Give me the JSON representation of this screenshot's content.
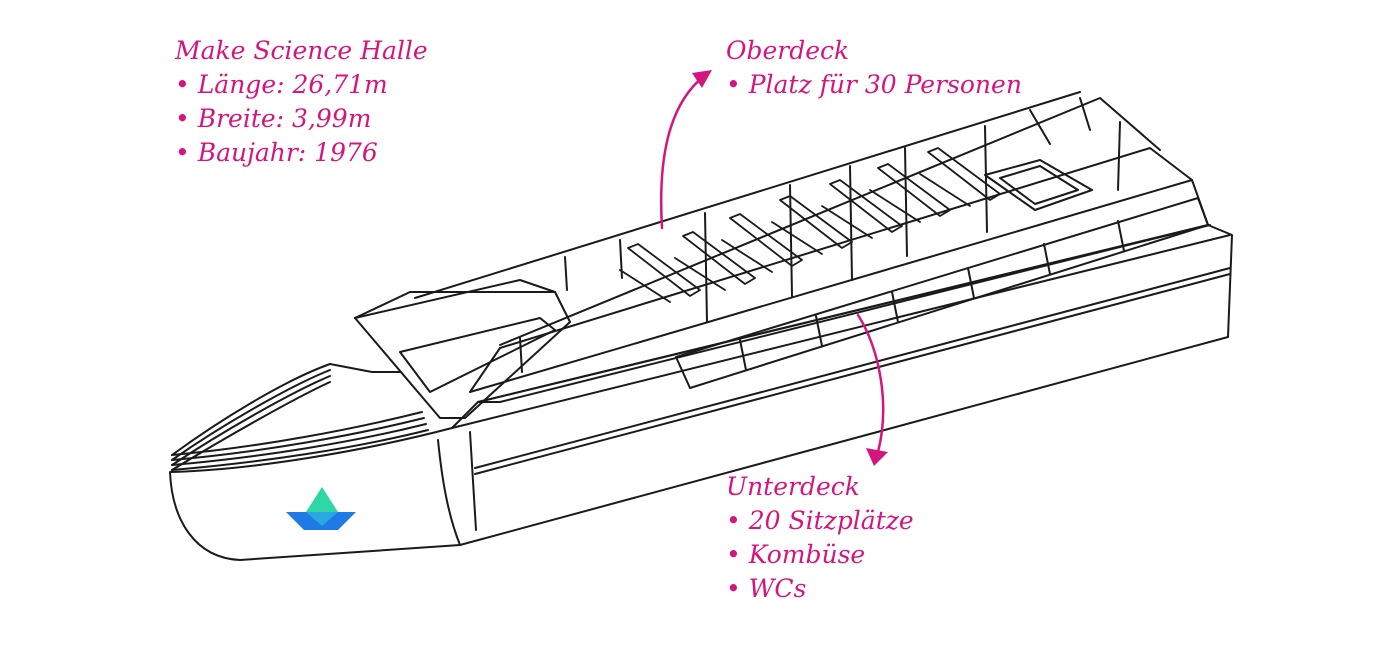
{
  "colors": {
    "accent": "#d4157e",
    "line": "#1a1a1a",
    "logo_light": "#2fd6a6",
    "logo_dark": "#1e7be6"
  },
  "icons": {
    "logo": "paper-boat-logo-icon"
  },
  "ship_specs": {
    "title": "Make Science Halle",
    "items": [
      "Länge: 26,71m",
      "Breite: 3,99m",
      "Baujahr: 1976"
    ]
  },
  "upper_deck": {
    "title": "Oberdeck",
    "items": [
      "Platz für 30 Personen"
    ]
  },
  "lower_deck": {
    "title": "Unterdeck",
    "items": [
      "20 Sitzplätze",
      "Kombüse",
      "WCs"
    ]
  }
}
